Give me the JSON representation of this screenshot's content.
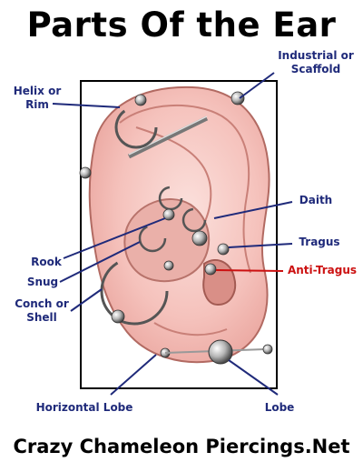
{
  "title": "Parts Of the Ear",
  "footer": "Crazy Chameleon Piercings.Net",
  "colors": {
    "label": "#1f2a7a",
    "anti_tragus": "#cc1111",
    "ear_skin": "#f7c9c4"
  },
  "labels": {
    "helix": [
      "Helix or",
      "Rim"
    ],
    "industrial": [
      "Industrial or",
      "Scaffold"
    ],
    "daith": [
      "Daith"
    ],
    "tragus": [
      "Tragus"
    ],
    "anti_tragus": [
      "Anti-Tragus"
    ],
    "rook": [
      "Rook"
    ],
    "snug": [
      "Snug"
    ],
    "conch": [
      "Conch or",
      "Shell"
    ],
    "horizontal_lobe": [
      "Horizontal Lobe"
    ],
    "lobe": [
      "Lobe"
    ]
  }
}
